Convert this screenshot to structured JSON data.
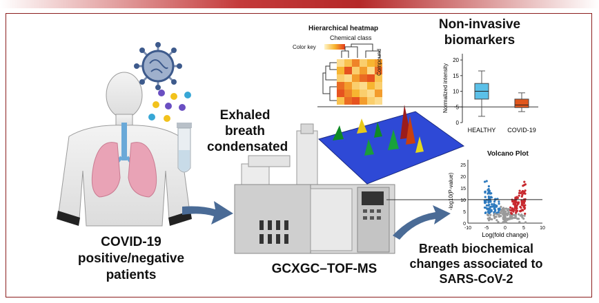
{
  "labels": {
    "patients": [
      "COVID-19",
      "positive/negative",
      "patients"
    ],
    "exhaled": [
      "Exhaled",
      "breath",
      "condensated"
    ],
    "instrument": "GCXGC–TOF-MS",
    "biomarkers": [
      "Non-invasive",
      "biomarkers"
    ],
    "changes": [
      "Breath biochemical",
      "changes associated to",
      "SARS-CoV-2"
    ],
    "heatmap_title": "Hierarchical heatmap",
    "heatmap_subtitle": "Chemical class",
    "heatmap_colorkey": "Color key",
    "heatmap_compound": "Compound",
    "volcano_title": "Volcano Plot"
  },
  "colors": {
    "frame": "#8a1c1c",
    "healthy_box": "#5bc0e8",
    "covid_box": "#e0561c",
    "volcano_up": "#c8282e",
    "volcano_down": "#2f7bbf",
    "arrow": "#4a6b96"
  },
  "icons": [
    "human-lungs-icon",
    "virus-icon",
    "molecule-dots-icon",
    "test-tube-icon",
    "gc-instrument-icon",
    "chromatogram-3d-icon",
    "arrow-icon"
  ],
  "chart_data": [
    {
      "type": "box",
      "ylabel": "Normalized intensity",
      "categories": [
        "HEALTHY",
        "COVID-19"
      ],
      "yticks": [
        0,
        5,
        10,
        15,
        20
      ],
      "ylim": [
        0,
        22
      ],
      "boxes": [
        {
          "name": "HEALTHY",
          "min": 2,
          "q1": 7.5,
          "median": 10,
          "q3": 12.5,
          "max": 16.5
        },
        {
          "name": "COVID-19",
          "min": 3.5,
          "q1": 4.8,
          "median": 5.6,
          "q3": 7.5,
          "max": 9.5
        }
      ],
      "threshold": 5
    },
    {
      "type": "scatter",
      "title": "Volcano Plot",
      "xlabel": "Log(fold change)",
      "ylabel": "-log10(P-value)",
      "xticks": [
        -10,
        -5,
        0,
        5,
        10
      ],
      "yticks": [
        0,
        5,
        10,
        15,
        20,
        25
      ],
      "xlim": [
        -10,
        10
      ],
      "ylim": [
        0,
        27
      ],
      "threshold_y": 10
    },
    {
      "type": "heatmap",
      "title": "Hierarchical heatmap",
      "rows": 6,
      "cols": 6,
      "values": [
        [
          0.2,
          0.4,
          0.7,
          0.3,
          0.5,
          0.6
        ],
        [
          0.5,
          0.9,
          0.3,
          0.6,
          0.2,
          0.8
        ],
        [
          0.3,
          0.2,
          0.6,
          0.8,
          0.9,
          0.4
        ],
        [
          0.8,
          0.6,
          0.3,
          0.2,
          0.5,
          0.3
        ],
        [
          0.9,
          0.7,
          0.5,
          0.3,
          0.2,
          0.6
        ],
        [
          0.4,
          0.8,
          0.9,
          0.6,
          0.3,
          0.2
        ]
      ]
    }
  ]
}
